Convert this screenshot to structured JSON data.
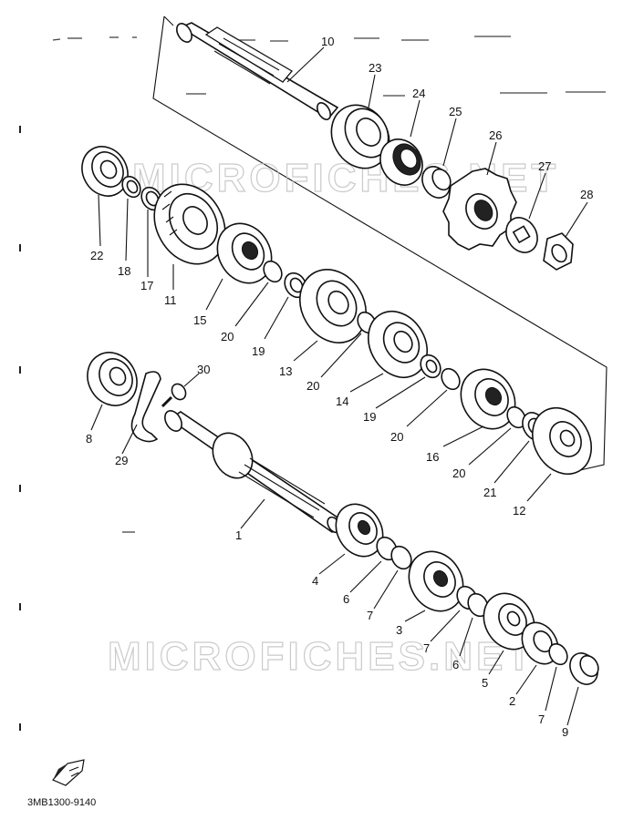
{
  "diagram_code": "3MB1300-9140",
  "watermark_text": "MICROFICHES.NET",
  "parts": [
    {
      "key": "p10",
      "label": "10"
    },
    {
      "key": "p23",
      "label": "23"
    },
    {
      "key": "p24",
      "label": "24"
    },
    {
      "key": "p25",
      "label": "25"
    },
    {
      "key": "p26",
      "label": "26"
    },
    {
      "key": "p27",
      "label": "27"
    },
    {
      "key": "p28",
      "label": "28"
    },
    {
      "key": "p22",
      "label": "22"
    },
    {
      "key": "p18",
      "label": "18"
    },
    {
      "key": "p17",
      "label": "17"
    },
    {
      "key": "p11",
      "label": "11"
    },
    {
      "key": "p15",
      "label": "15"
    },
    {
      "key": "p20a",
      "label": "20"
    },
    {
      "key": "p19a",
      "label": "19"
    },
    {
      "key": "p13",
      "label": "13"
    },
    {
      "key": "p20b",
      "label": "20"
    },
    {
      "key": "p14",
      "label": "14"
    },
    {
      "key": "p19b",
      "label": "19"
    },
    {
      "key": "p20c",
      "label": "20"
    },
    {
      "key": "p16",
      "label": "16"
    },
    {
      "key": "p20d",
      "label": "20"
    },
    {
      "key": "p21",
      "label": "21"
    },
    {
      "key": "p12",
      "label": "12"
    },
    {
      "key": "p30",
      "label": "30"
    },
    {
      "key": "p8",
      "label": "8"
    },
    {
      "key": "p29",
      "label": "29"
    },
    {
      "key": "p1",
      "label": "1"
    },
    {
      "key": "p4",
      "label": "4"
    },
    {
      "key": "p6a",
      "label": "6"
    },
    {
      "key": "p7a",
      "label": "7"
    },
    {
      "key": "p3",
      "label": "3"
    },
    {
      "key": "p7b",
      "label": "7"
    },
    {
      "key": "p6b",
      "label": "6"
    },
    {
      "key": "p5",
      "label": "5"
    },
    {
      "key": "p2",
      "label": "2"
    },
    {
      "key": "p7c",
      "label": "7"
    },
    {
      "key": "p9",
      "label": "9"
    }
  ]
}
